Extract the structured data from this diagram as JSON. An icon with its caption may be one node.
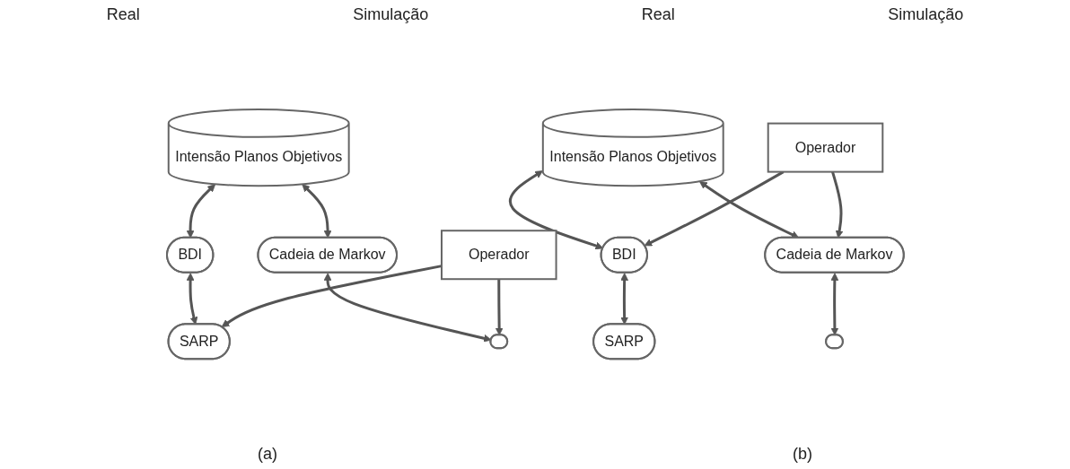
{
  "diagram": {
    "nodes": [
      {
        "text": [
          "Intensão Planos Objetivos"
        ]
      },
      {
        "text": [
          "BDI"
        ]
      },
      {
        "text": [
          "Cadeia de Markov"
        ]
      },
      {
        "text": [
          "SARP"
        ]
      },
      {
        "text": [
          "Operador"
        ]
      },
      {
        "text": [],
        "shape": "ellipse"
      },
      {
        "text": [
          "Intensão Planos Objetivos"
        ]
      },
      {
        "text": [
          "BDI"
        ]
      },
      {
        "text": [
          "Cadeia de Markov"
        ]
      },
      {
        "text": [
          "SARP"
        ]
      },
      {
        "text": [
          "Operador"
        ]
      },
      {
        "text": [],
        "shape": "ellipse"
      }
    ],
    "edges": [
      {
        "from": 0,
        "to": 1,
        "arrow": "both"
      },
      {
        "from": 0,
        "to": 2,
        "arrow": "both"
      },
      {
        "from": 1,
        "to": 3,
        "arrow": "both"
      },
      {
        "from": 2,
        "to": 5,
        "arrow": "both"
      },
      {
        "from": 4,
        "to": 3,
        "arrow": "to"
      },
      {
        "from": 4,
        "to": 5,
        "arrow": "to"
      },
      {
        "from": 6,
        "to": 7,
        "arrow": "both"
      },
      {
        "from": 6,
        "to": 8,
        "arrow": "both"
      },
      {
        "from": 7,
        "to": 9,
        "arrow": "both"
      },
      {
        "from": 8,
        "to": 11,
        "arrow": "both"
      },
      {
        "from": 10,
        "to": 7,
        "arrow": "to"
      },
      {
        "from": 10,
        "to": 8,
        "arrow": "to"
      }
    ],
    "labels": [
      "Real",
      "Simulação",
      "Real",
      "Simulação",
      "(a)",
      "(b)"
    ]
  }
}
